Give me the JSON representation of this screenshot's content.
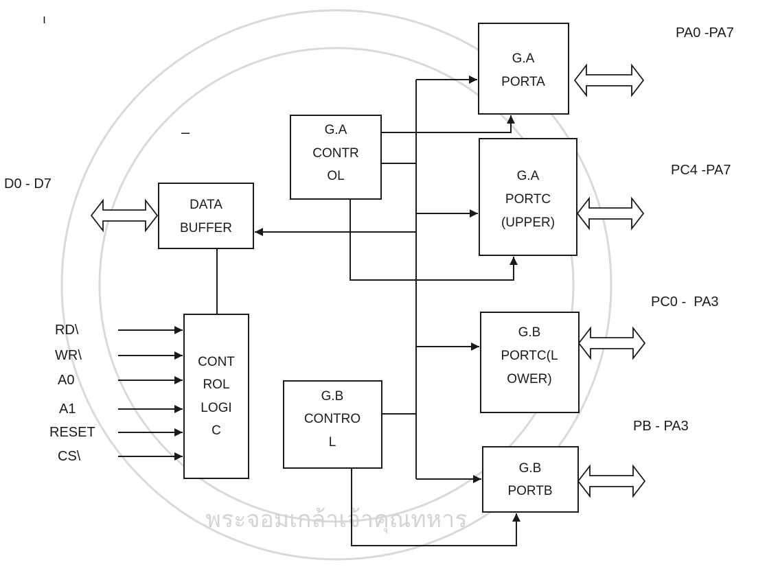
{
  "page": {
    "stray_mark": "ı",
    "dash_mark": "–"
  },
  "watermark": {
    "text": "พระจอมเกล้าเจ้าคุณทหาร"
  },
  "blocks": {
    "data_buffer": [
      "DATA",
      "BUFFER"
    ],
    "control_logic": [
      "CONT",
      "ROL",
      "LOGI",
      "C"
    ],
    "ga_control": [
      "G.A",
      "CONTR",
      "OL"
    ],
    "gb_control": [
      "G.B",
      "CONTRO",
      "L"
    ],
    "ga_porta": [
      "G.A",
      "PORTA"
    ],
    "ga_portc_upper": [
      "G.A",
      "PORTC",
      "(UPPER)"
    ],
    "gb_portc_lower": [
      "G.B",
      "PORTC(L",
      "OWER)"
    ],
    "gb_portb": [
      "G.B",
      "PORTB"
    ]
  },
  "bus_labels": {
    "data": "D0 - D7",
    "pa": "PA0 -PA7",
    "pc_upper": "PC4 -PA7",
    "pc_lower": "PC0 -  PA3",
    "pb": "PB - PA3"
  },
  "control_inputs": [
    "RD\\",
    "WR\\",
    "A0",
    "A1",
    "RESET",
    "CS\\"
  ]
}
